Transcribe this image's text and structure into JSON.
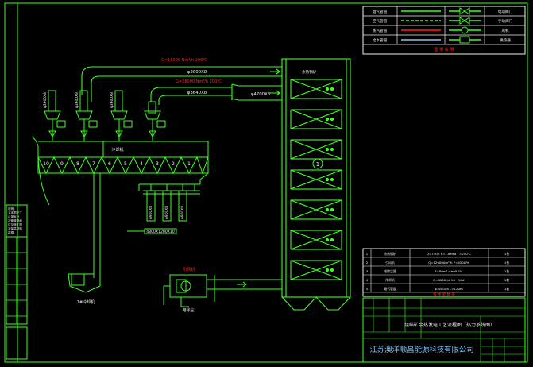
{
  "colors": {
    "background": "#000000",
    "line_green": "#3cff1e",
    "label_red": "#ff2020",
    "label_white": "#f0f0f0",
    "label_yellow": "#ffff40",
    "sky_blue": "#7ec8ff"
  },
  "drawing": {
    "main_duct_size": "φ3600X8",
    "main_duct_note": "G=18000 Nm³/h 200℃",
    "branch_duct_size": "φ3640X8",
    "branch_duct_note": "G=28000 Nm³/h 200℃",
    "tower_inlet_size": "φ4700X8",
    "hopper_duct_size": "4800X1200X10",
    "riser_labels": [
      "φ3600X8",
      "φ3600X8",
      "φ3600X8"
    ],
    "drop_labels": [
      "φ900X8",
      "φ900X8",
      "φ900X8"
    ],
    "cooler_label": "冷却机",
    "precipitator_label": "电除尘",
    "tower_label": "余热锅炉",
    "tower_section_number": "1",
    "fan_label": "引风机",
    "kiln_outlet_label": "1#冷却机",
    "chamber_numbers": [
      "10",
      "9",
      "8",
      "7",
      "6",
      "5",
      "4",
      "3",
      "2",
      "1"
    ]
  },
  "legend": {
    "rows": [
      {
        "left": "烟气管道",
        "right": "电动阀门"
      },
      {
        "left": "空气管道",
        "right": "手动阀门"
      },
      {
        "left": "蒸汽管道",
        "right": "风机"
      },
      {
        "left": "给水管道",
        "right": "换热器"
      }
    ],
    "title": "图 例 说 明"
  },
  "notes_table": {
    "title": "技 术 参 数 表",
    "rows": [
      {
        "no": "1",
        "name": "余热锅炉",
        "spec": "Q=75t/h P=1.6MPa T=250℃",
        "qty": "1台"
      },
      {
        "no": "2",
        "name": "引风机",
        "spec": "Q=120000m³/h P=4500Pa",
        "qty": "1台"
      },
      {
        "no": "3",
        "name": "电除尘器",
        "spec": "F=80m² η≥99.5%",
        "qty": "1台"
      },
      {
        "no": "4",
        "name": "冷却机",
        "spec": "Q=8000t/d 1#~10#",
        "qty": "1套"
      },
      {
        "no": "5",
        "name": "烟气管道",
        "spec": "φ3600X8 L=120m",
        "qty": "1套"
      }
    ]
  },
  "title_block": {
    "drawing_title": "烧结矿余热发电工艺流程图（热力系统图）",
    "company": "江苏澳洋顺昌能源科技有限公司"
  },
  "left_notes": {
    "lines": [
      "说明：",
      "1.本图尺寸",
      "以毫米计",
      "2.管道规格",
      "详见施工图",
      "3.保温材料",
      "岩棉"
    ]
  }
}
